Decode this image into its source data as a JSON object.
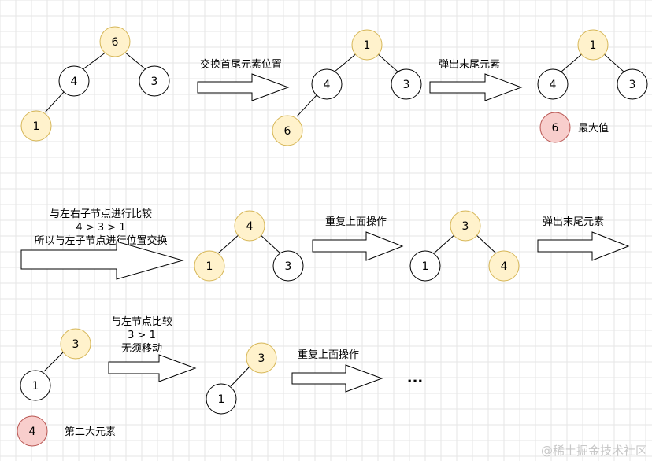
{
  "colors": {
    "grid": "#e6e6e6",
    "stroke": "#000000",
    "node_white": "#ffffff",
    "node_yellow": "#fff2cc",
    "node_yellow_stroke": "#d6b656",
    "node_red": "#f8cecc",
    "node_red_stroke": "#b85450",
    "arrow_fill": "#ffffff",
    "watermark": "#c8c8c8"
  },
  "step1": {
    "tree": {
      "root": "6",
      "left": "4",
      "right": "3",
      "left_left": "1"
    },
    "arrow_label": "交换首尾元素位置"
  },
  "step2": {
    "tree": {
      "root": "1",
      "left": "4",
      "right": "3",
      "left_left": "6"
    },
    "arrow_label": "弹出末尾元素"
  },
  "step3": {
    "tree": {
      "root": "1",
      "left": "4",
      "right": "3"
    },
    "popped": {
      "value": "6",
      "label": "最大值"
    }
  },
  "step4": {
    "explain_lines": [
      "与左右子节点进行比较",
      "4 > 3 > 1",
      "所以与左子节点进行位置交换"
    ],
    "tree": {
      "root": "4",
      "left": "1",
      "right": "3"
    },
    "arrow_label": "重复上面操作"
  },
  "step5": {
    "tree": {
      "root": "3",
      "left": "1",
      "right": "4"
    },
    "arrow_label": "弹出末尾元素"
  },
  "step6": {
    "tree": {
      "root": "3",
      "left": "1"
    },
    "popped": {
      "value": "4",
      "label": "第二大元素"
    },
    "explain_lines": [
      "与左节点比较",
      "3 > 1",
      "无须移动"
    ]
  },
  "step7": {
    "tree": {
      "root": "3",
      "left": "1"
    },
    "arrow_label": "重复上面操作",
    "ellipsis": "..."
  },
  "watermark": "@稀土掘金技术社区"
}
